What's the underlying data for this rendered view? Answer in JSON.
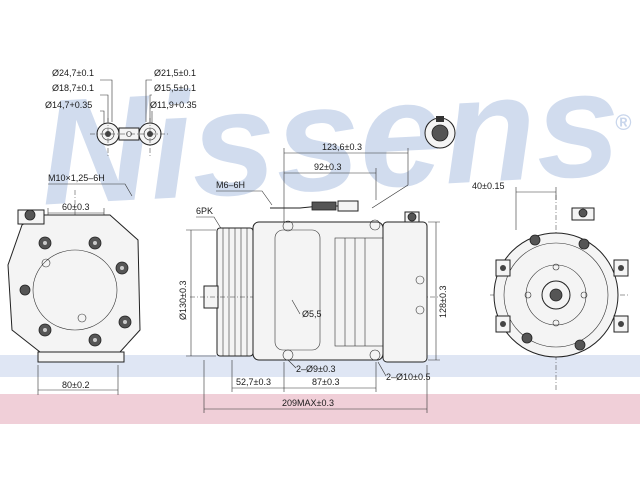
{
  "watermark": {
    "brand": "Nissens",
    "registered": "®",
    "color": "#c9d6ec"
  },
  "bands": {
    "top_color": "#c9d6ec",
    "bottom_color": "#f0cfd8"
  },
  "ports": {
    "left_col": [
      "Ø24,7±0.1",
      "Ø18,7±0.1",
      "Ø14,7+0.35"
    ],
    "right_col": [
      "Ø21,5±0.1",
      "Ø15,5±0.1",
      "Ø11,9+0.35"
    ]
  },
  "thread_label": "M10×1,25–6H",
  "front_view": {
    "width_label": "60±0.3",
    "bottom_label": "80±0.2"
  },
  "side_view": {
    "belt_label": "6PK",
    "thread_label": "M6–6H",
    "dim_123": "123,6±0.3",
    "dim_92": "92±0.3",
    "dia_130": "Ø130±0.3",
    "height_128": "128±0.3",
    "hole_55": "Ø5,5",
    "holes_9": "2–Ø9±0.3",
    "holes_10": "2–Ø10±0.5",
    "dim_527": "52,7±0.3",
    "dim_87": "87±0.3",
    "total_209": "209MAX±0.3"
  },
  "rear_view": {
    "offset_label": "40±0.15"
  }
}
